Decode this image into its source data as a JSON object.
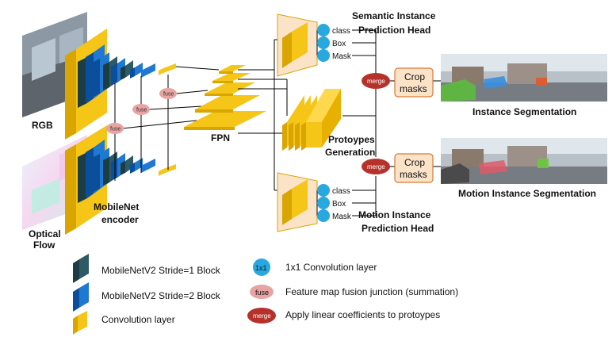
{
  "inputs": {
    "rgb_label": "RGB",
    "flow_label_line1": "Optical",
    "flow_label_line2": "Flow"
  },
  "encoder": {
    "label_line1": "MobileNet",
    "label_line2": "encoder"
  },
  "fuse_label": "fuse",
  "fpn_label": "FPN",
  "semantic_head": {
    "title_line1": "Semantic Instance",
    "title_line2": "Prediction Head",
    "outputs": [
      "class",
      "Box",
      "Mask"
    ]
  },
  "protos": {
    "title_line1": "Protoypes",
    "title_line2": "Generation"
  },
  "motion_head": {
    "title_line1": "Motion Instance",
    "title_line2": "Prediction Head",
    "outputs": [
      "class",
      "Box",
      "Mask"
    ]
  },
  "conv_1x1_label": "1x1",
  "merge_label": "merge",
  "crop": {
    "line1": "Crop",
    "line2": "masks"
  },
  "results": {
    "instance": "Instance Segmentation",
    "motion": "Motion Instance Segmentation"
  },
  "legend": {
    "stride1": "MobileNetV2 Stride=1 Block",
    "stride2": "MobileNetV2 Stride=2 Block",
    "conv": "Convolution layer",
    "conv1x1": "1x1 Convolution layer",
    "fuse": "Feature map fusion junction (summation)",
    "merge": "Apply linear coefficients to protoypes"
  },
  "colors": {
    "yellow": "#f5c518",
    "yellow_dark": "#d9a500",
    "blue": "#1f78d1",
    "blue_dark": "#0b4f9c",
    "teal": "#2e5a63",
    "teal_dark": "#1d3d44",
    "conv1x1": "#29a8e0",
    "fuse": "#e8a3a3",
    "merge": "#b5322b",
    "crop_border": "#d9783a",
    "head_bg": "#fbe3c8"
  }
}
